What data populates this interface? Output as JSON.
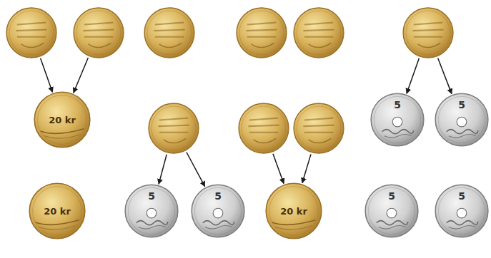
{
  "diagram": {
    "nodes": [
      {
        "text": []
      },
      {
        "text": []
      },
      {
        "text": []
      },
      {
        "text": []
      },
      {
        "text": []
      },
      {
        "text": []
      },
      {
        "text": [
          "20 kr"
        ]
      },
      {
        "text": []
      },
      {
        "text": []
      },
      {
        "text": []
      },
      {
        "text": [
          "5"
        ]
      },
      {
        "text": [
          "5"
        ]
      },
      {
        "text": [
          "20 kr"
        ]
      },
      {
        "text": [
          "5"
        ]
      },
      {
        "text": [
          "5"
        ]
      },
      {
        "text": [
          "20 kr"
        ]
      },
      {
        "text": [
          "5"
        ]
      },
      {
        "text": [
          "5"
        ]
      }
    ],
    "edges": [
      {
        "from": 0,
        "to": 6,
        "arrow": "to"
      },
      {
        "from": 1,
        "to": 6,
        "arrow": "to"
      },
      {
        "from": 5,
        "to": 10,
        "arrow": "to"
      },
      {
        "from": 5,
        "to": 11,
        "arrow": "to"
      },
      {
        "from": 7,
        "to": 13,
        "arrow": "to"
      },
      {
        "from": 7,
        "to": 14,
        "arrow": "to"
      },
      {
        "from": 8,
        "to": 15,
        "arrow": "to"
      },
      {
        "from": 9,
        "to": 15,
        "arrow": "to"
      }
    ]
  }
}
